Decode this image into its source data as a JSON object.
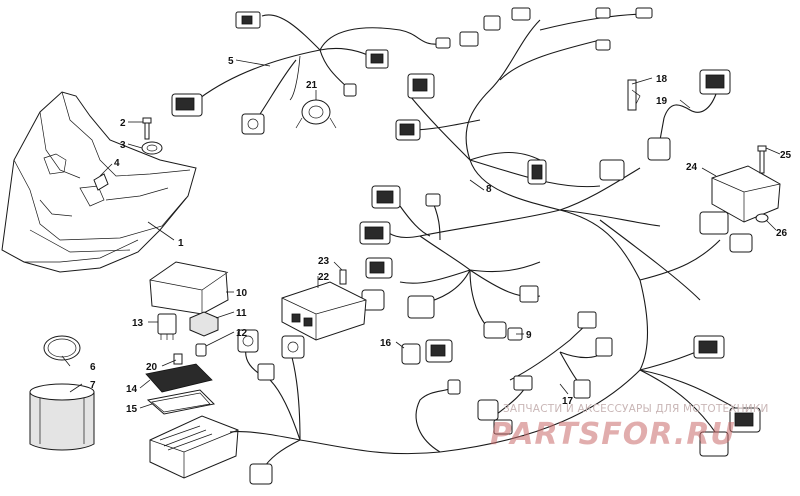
{
  "callouts": {
    "c1": "1",
    "c2": "2",
    "c3": "3",
    "c4": "4",
    "c5": "5",
    "c6": "6",
    "c7": "7",
    "c8": "8",
    "c9": "9",
    "c10": "10",
    "c11": "11",
    "c12": "12",
    "c13": "13",
    "c14": "14",
    "c15": "15",
    "c16": "16",
    "c17": "17",
    "c18": "18",
    "c19": "19",
    "c20": "20",
    "c21": "21",
    "c22": "22",
    "c23": "23",
    "c24": "24",
    "c25": "25",
    "c26": "26"
  },
  "watermark": {
    "tagline": "ЗАПЧАСТИ И АКСЕССУАРЫ ДЛЯ МОТОТЕХНИКИ",
    "logo": "PARTSFOR.RU"
  },
  "colors": {
    "line": "#1a1a1a",
    "watermark_logo": "#c96a6a",
    "watermark_tagline": "#c9b6b6"
  }
}
